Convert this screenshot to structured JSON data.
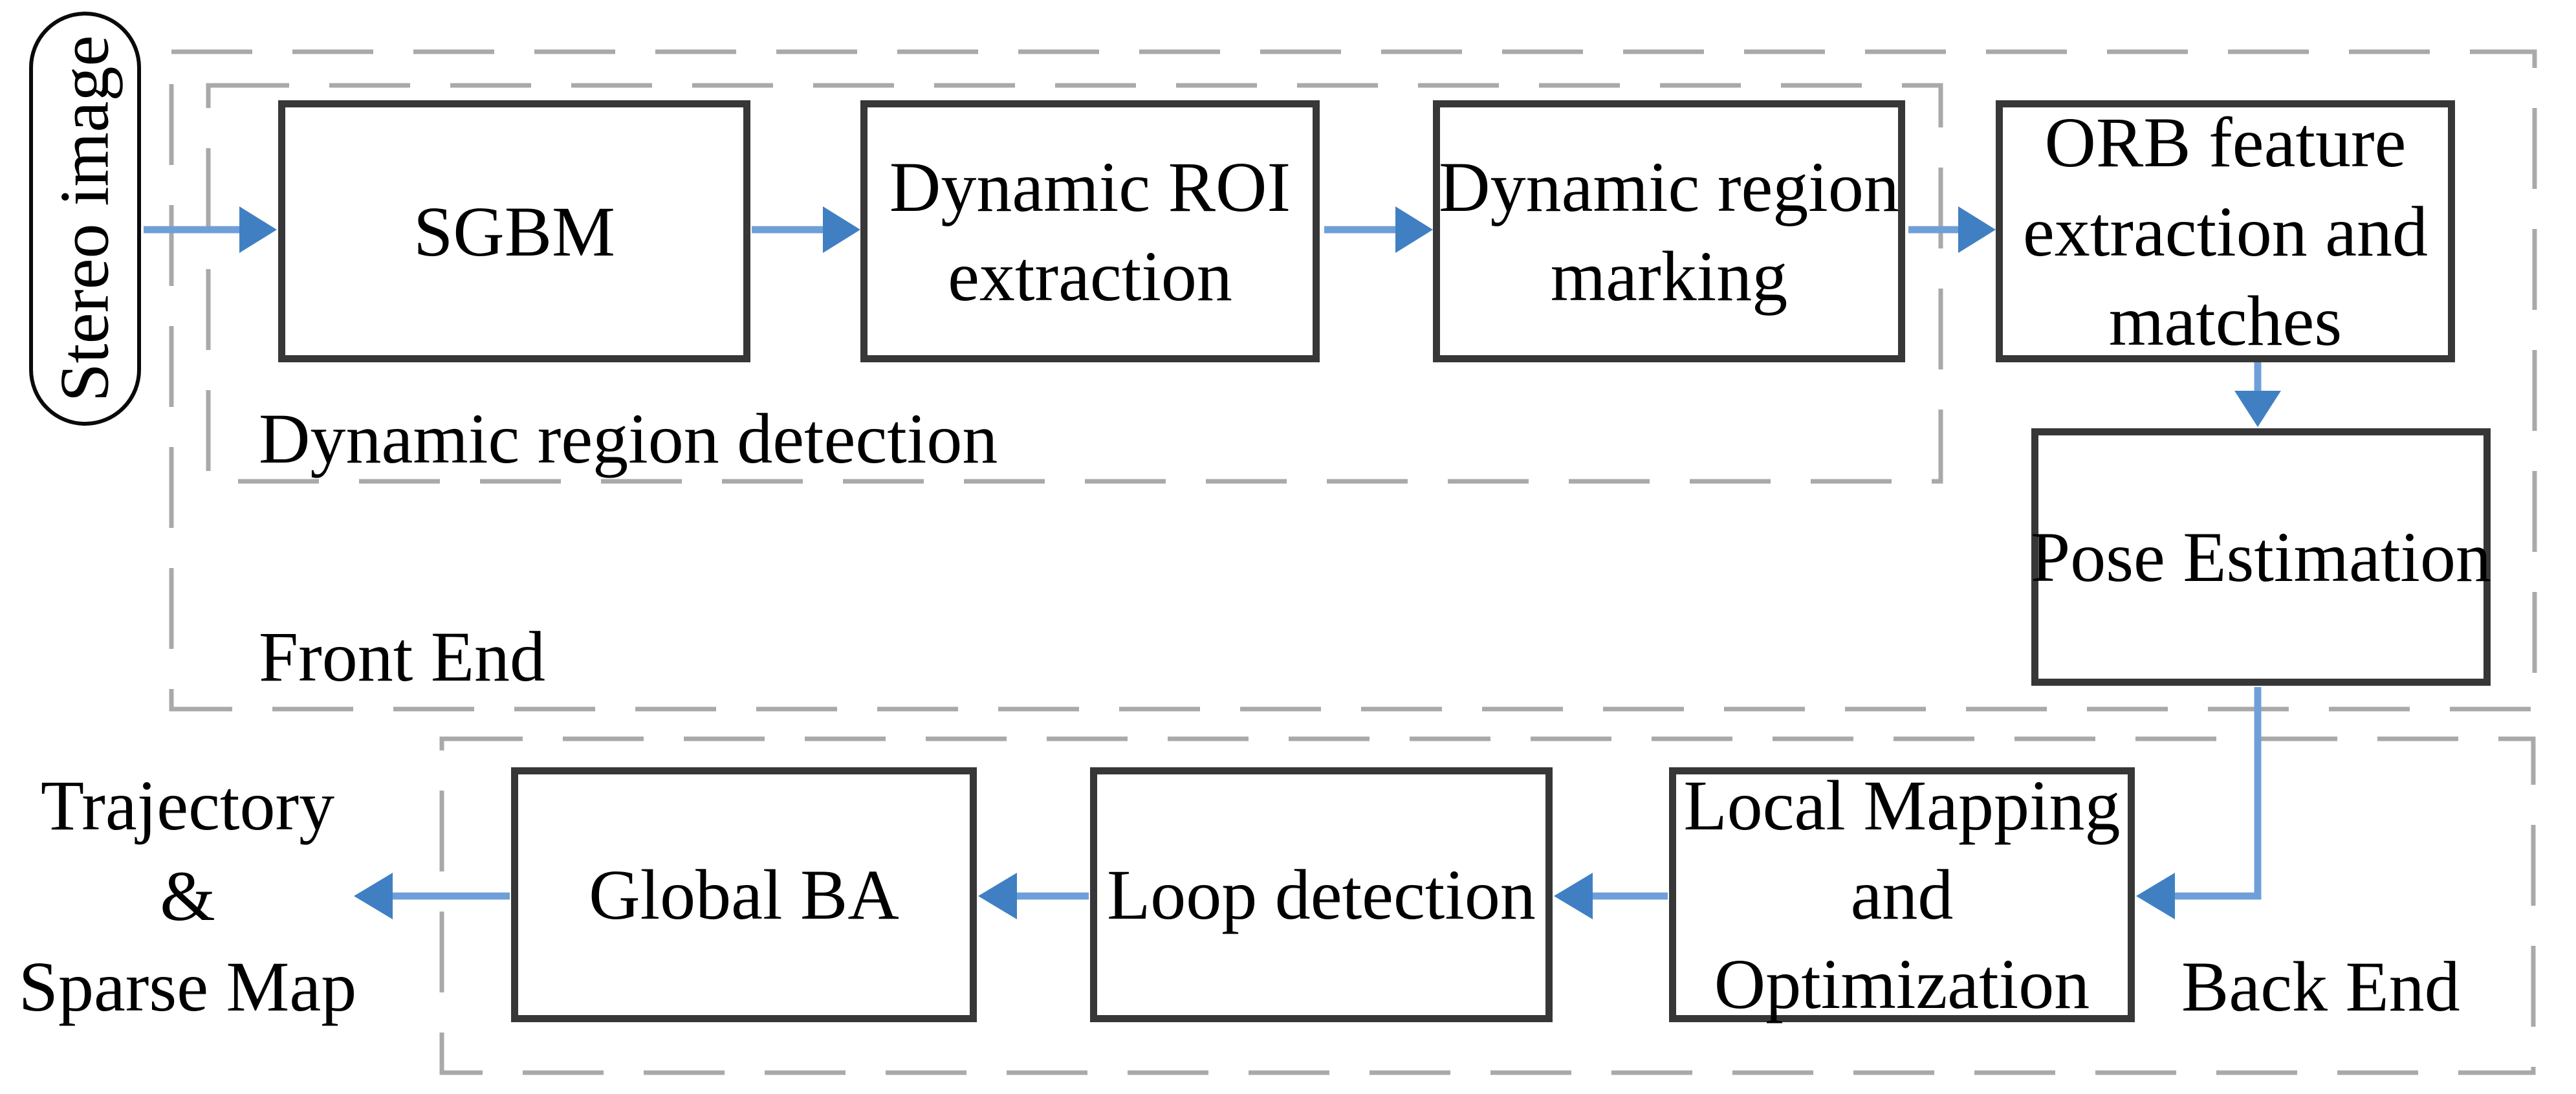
{
  "diagram": {
    "title": "Stereo visual SLAM pipeline flowchart",
    "input": {
      "label": "Stereo image"
    },
    "containers": {
      "front_end": {
        "label": "Front End"
      },
      "dynamic_region_detection": {
        "label": "Dynamic region detection"
      },
      "back_end": {
        "label": "Back End"
      }
    },
    "nodes": {
      "sgbm": {
        "label": "SGBM"
      },
      "dynamic_roi": {
        "label": "Dynamic ROI\nextraction"
      },
      "dynamic_marking": {
        "label": "Dynamic region\nmarking"
      },
      "orb": {
        "label": "ORB feature\nextraction and\nmatches"
      },
      "pose": {
        "label": "Pose Estimation"
      },
      "local_mapping": {
        "label": "Local Mapping\nand\nOptimization"
      },
      "loop": {
        "label": "Loop detection"
      },
      "global_ba": {
        "label": "Global BA"
      }
    },
    "output": {
      "label": "Trajectory\n&\nSparse Map"
    },
    "flow": [
      "Stereo image -> SGBM -> Dynamic ROI extraction -> Dynamic region marking -> ORB feature extraction and matches -> Pose Estimation -> Local Mapping and Optimization -> Loop detection -> Global BA -> Trajectory & Sparse Map"
    ]
  },
  "palette": {
    "arrow-shaft": "#6f9fd8",
    "arrow-head": "#4080c2",
    "box-border": "#373737",
    "dash-border": "#a9a9a9",
    "text": "#000000",
    "background": "#ffffff"
  }
}
